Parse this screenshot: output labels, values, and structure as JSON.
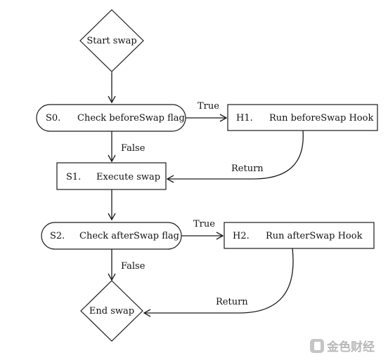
{
  "nodes": {
    "start": {
      "label": "Start swap"
    },
    "s0": {
      "id": "S0.",
      "label": "Check beforeSwap flag"
    },
    "h1": {
      "id": "H1.",
      "label": "Run beforeSwap Hook"
    },
    "s1": {
      "id": "S1.",
      "label": "Execute swap"
    },
    "s2": {
      "id": "S2.",
      "label": "Check afterSwap flag"
    },
    "h2": {
      "id": "H2.",
      "label": "Run afterSwap Hook"
    },
    "end": {
      "label": "End swap"
    }
  },
  "edges": {
    "s0_true": "True",
    "s0_false": "False",
    "h1_return": "Return",
    "s2_true": "True",
    "s2_false": "False",
    "h2_return": "Return"
  },
  "watermark": {
    "text": "金色财经"
  }
}
